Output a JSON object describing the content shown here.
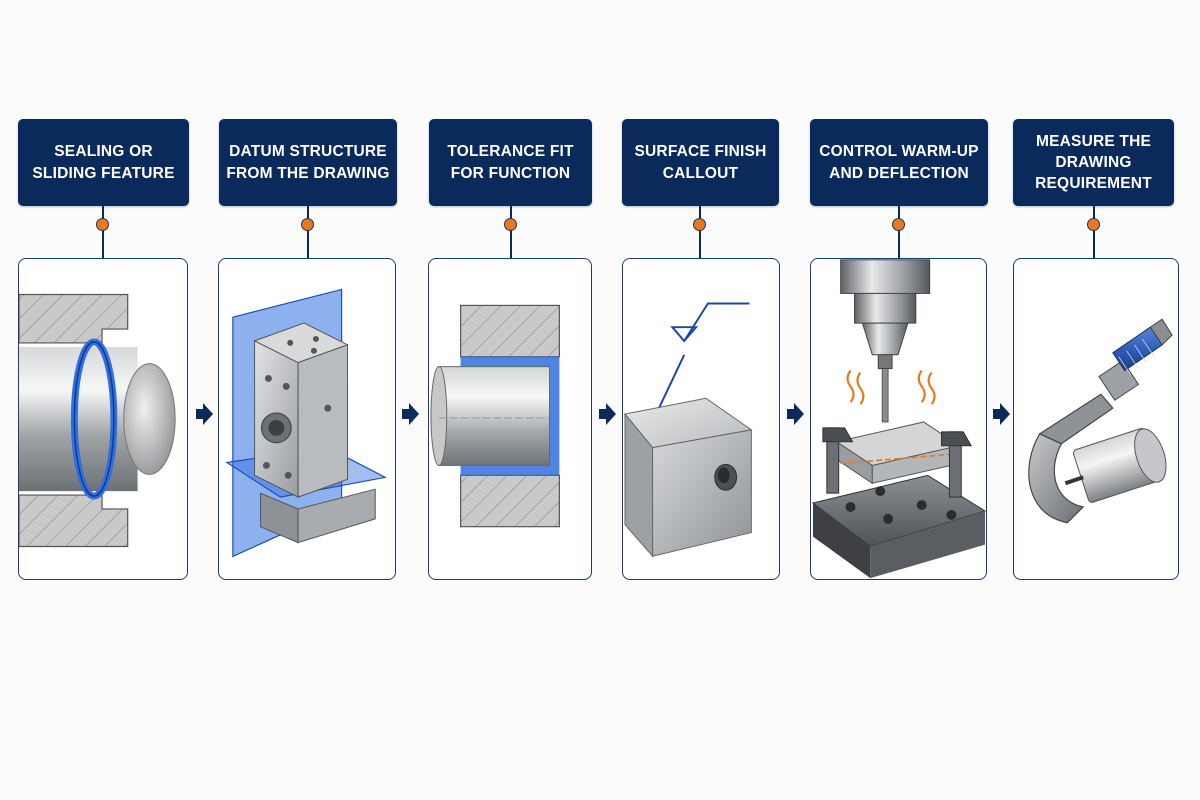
{
  "steps": [
    {
      "label": "SEALING OR\nSLIDING FEATURE",
      "illustration": "seal-shaft-icon"
    },
    {
      "label": "DATUM STRUCTURE\nFROM THE DRAWING",
      "illustration": "datum-block-icon"
    },
    {
      "label": "TOLERANCE FIT\nFOR FUNCTION",
      "illustration": "fit-pin-icon"
    },
    {
      "label": "SURFACE FINISH\nCALLOUT",
      "illustration": "surface-finish-icon"
    },
    {
      "label": "CONTROL WARM-UP\nAND DEFLECTION",
      "illustration": "spindle-fixture-icon"
    },
    {
      "label": "MEASURE THE\nDRAWING\nREQUIREMENT",
      "illustration": "micrometer-icon"
    }
  ],
  "colors": {
    "header": "#0b2a5c",
    "accent_blue": "#2f6fe0",
    "connector_dot": "#e9791c",
    "heat": "#e9791c",
    "card_border": "#1d3c74"
  }
}
